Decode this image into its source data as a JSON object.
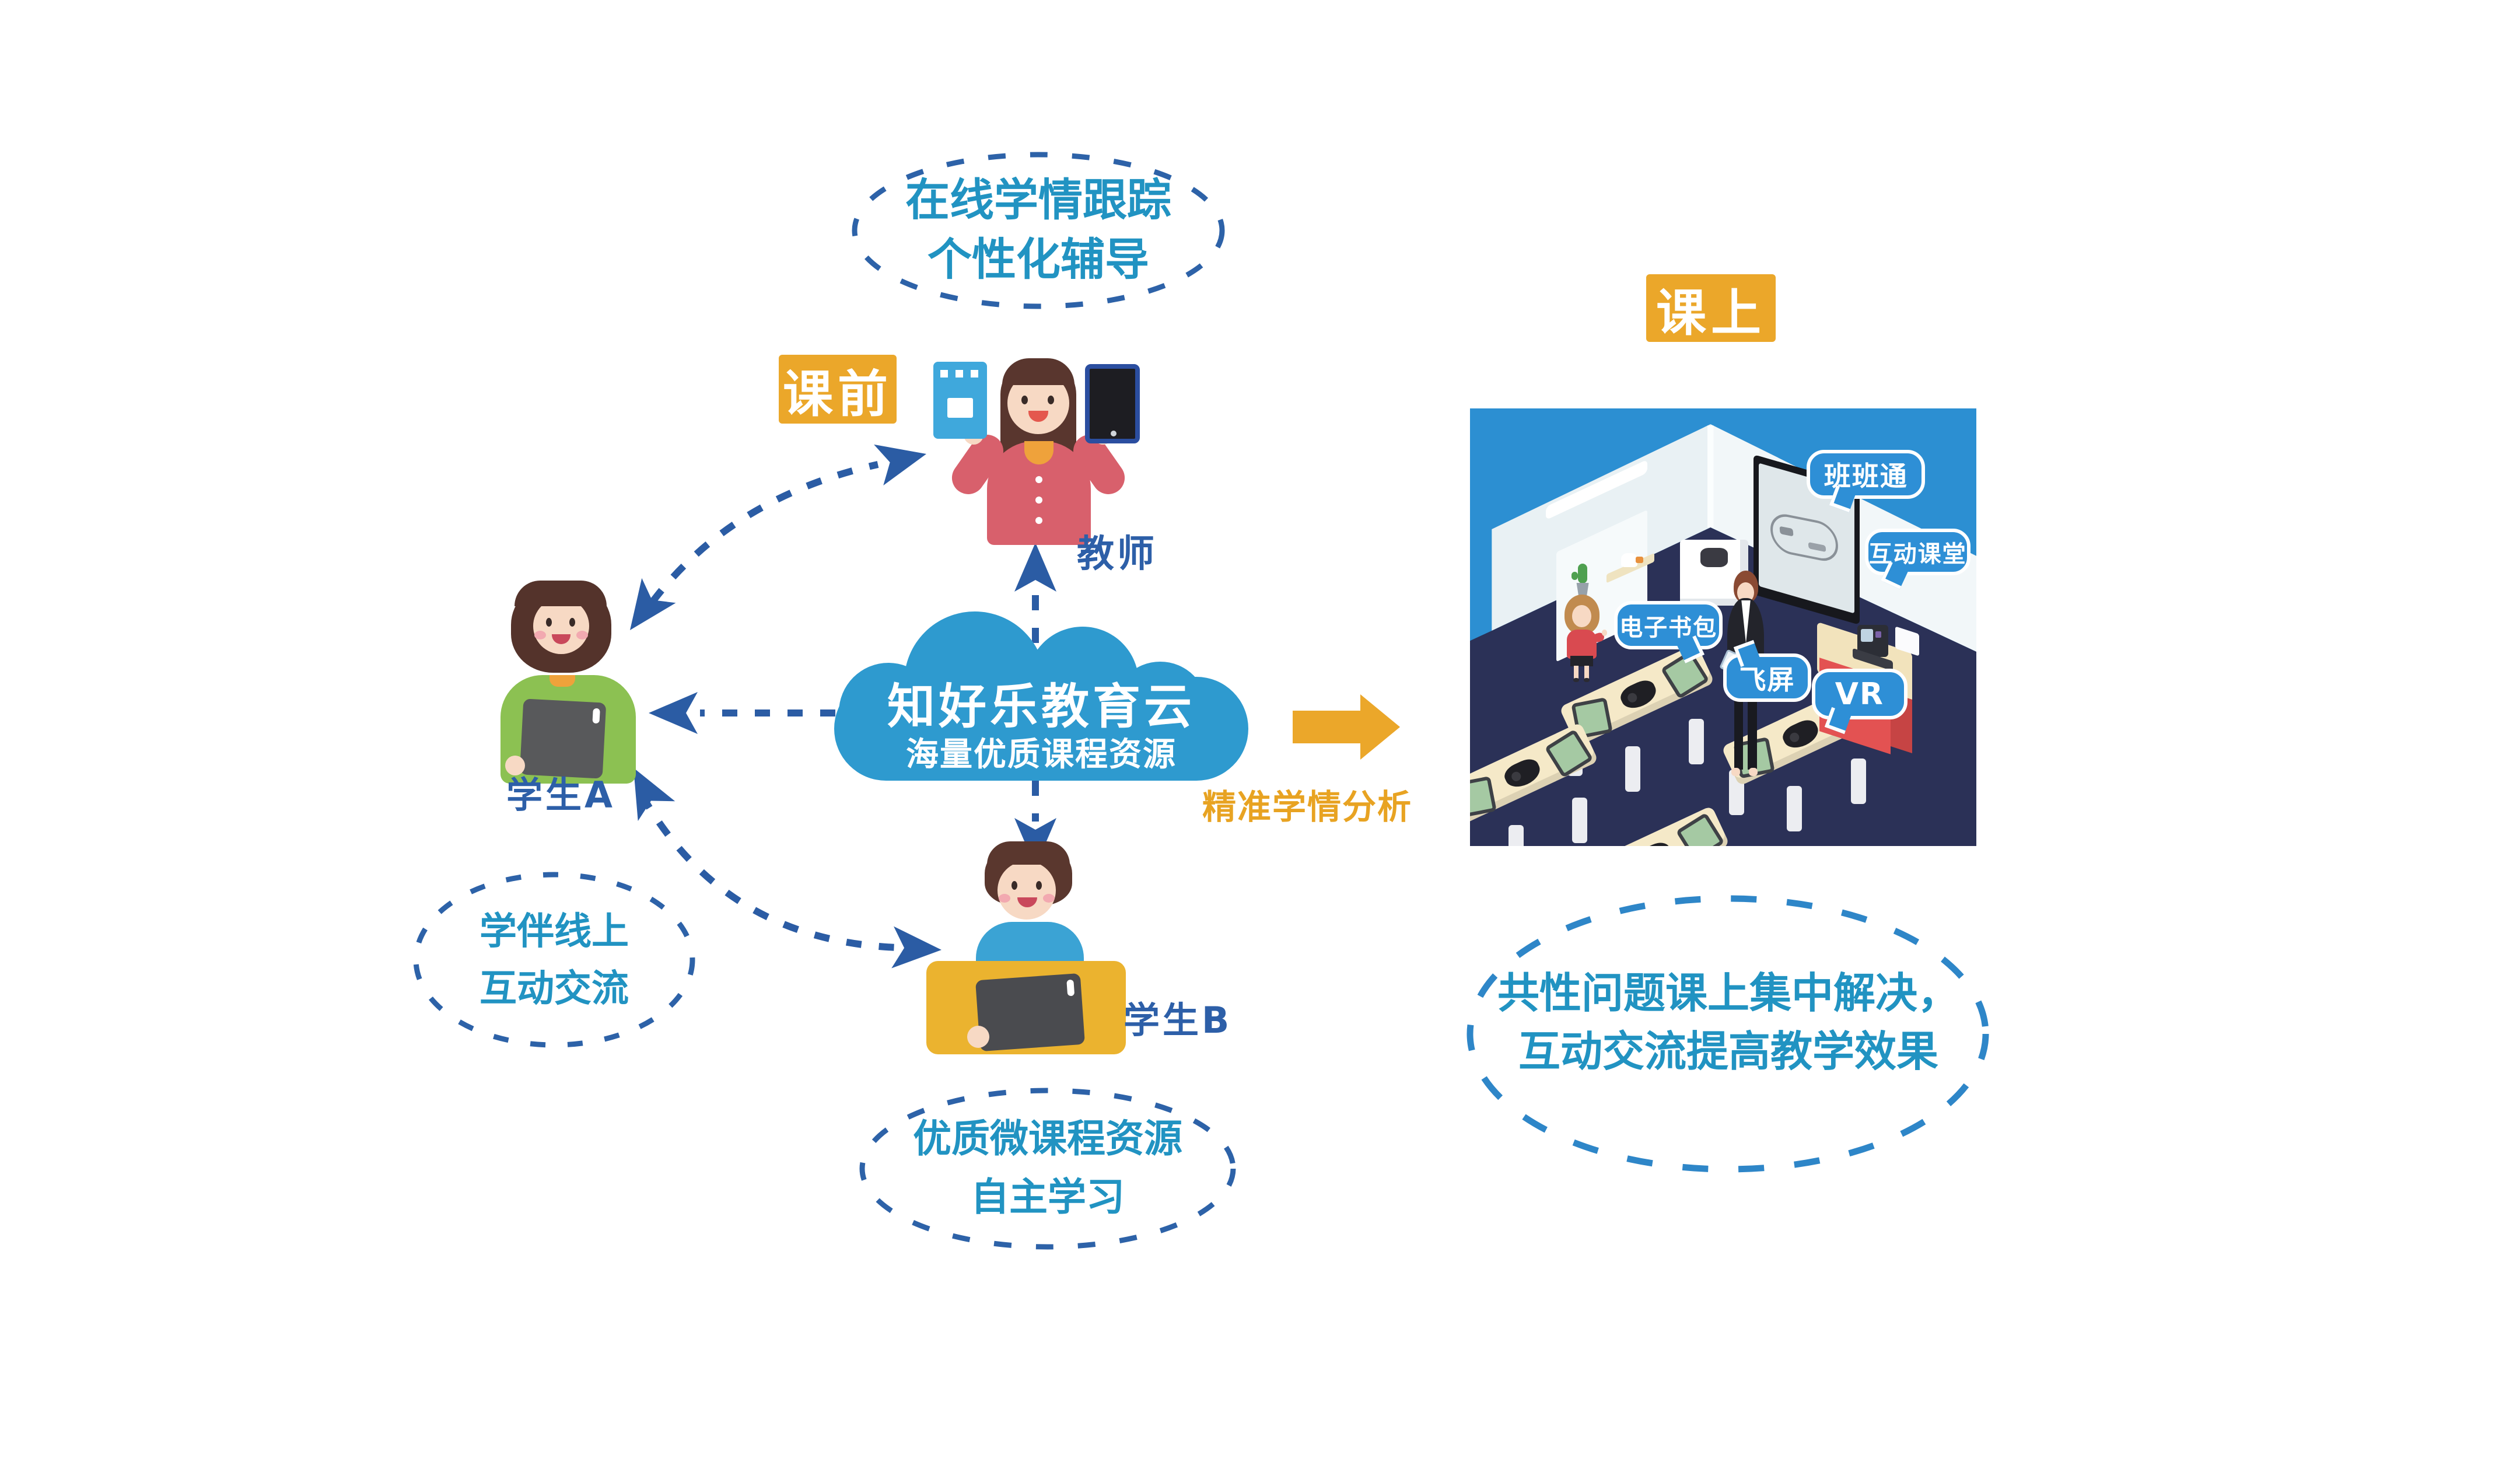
{
  "colors": {
    "bg": "#ffffff",
    "noteText": "#2193c2",
    "dashBlue": "#2d62a8",
    "dashBlueLight": "#2e86c8",
    "arrowNavy": "#2b5ca4",
    "labelBlue": "#2d5fa8",
    "yellow": "#ebа72a",
    "yellowSafe": "#EBA72A",
    "analysisText": "#e8a322",
    "cloudBlue": "#2e9acf",
    "sky": "#2c8fd2",
    "wallLight": "#e9f1f4",
    "wallLighter": "#f2f7f9",
    "floorNavy": "#2b3157",
    "bubbleBlue": "#2e8fd6",
    "deskCream": "#f5e9c8",
    "podiumRed": "#e35252",
    "skin": "#f7d9c4",
    "tabletScreenGreen": "#a5c9a3"
  },
  "notes": {
    "top": {
      "line1": "在线学情跟踪",
      "line2": "个性化辅导"
    },
    "left": {
      "line1": "学伴线上",
      "line2": "互动交流"
    },
    "bottom": {
      "line1": "优质微课程资源",
      "line2": "自主学习"
    },
    "right": {
      "line1": "共性问题课上集中解决，",
      "line2": "互动交流提高教学效果"
    }
  },
  "phases": {
    "before": "课前",
    "during": "课上"
  },
  "cloud": {
    "title": "知好乐教育云",
    "subtitle": "海量优质课程资源"
  },
  "actors": {
    "teacher": "教师",
    "student_a": "学生A",
    "student_b": "学生B"
  },
  "flow": {
    "analysis_caption": "精准学情分析"
  },
  "classroom": {
    "bubbles": [
      {
        "label": "班班通"
      },
      {
        "label": "互动课堂"
      },
      {
        "label": "电子书包"
      },
      {
        "label": "飞屏"
      },
      {
        "label": "VR"
      }
    ]
  }
}
